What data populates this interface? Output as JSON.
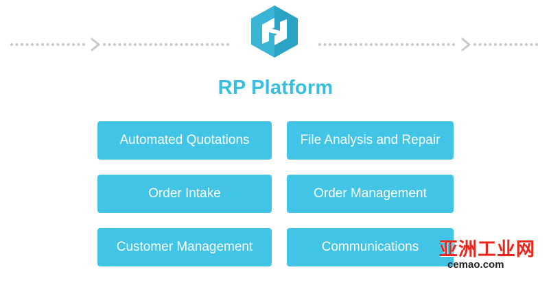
{
  "diagram": {
    "title": "RP Platform",
    "logo_icon": "rp-platform-hexagon-logo",
    "accent_color": "#42c4e6",
    "title_color": "#38bfe0",
    "dot_color": "#c8c8c8",
    "modules": [
      {
        "label": "Automated Quotations"
      },
      {
        "label": "File Analysis and Repair"
      },
      {
        "label": "Order Intake"
      },
      {
        "label": "Order Management"
      },
      {
        "label": "Customer Management"
      },
      {
        "label": "Communications"
      }
    ]
  },
  "watermark": {
    "chinese_text": "亚洲工业网",
    "url_text": "cemao.com"
  }
}
